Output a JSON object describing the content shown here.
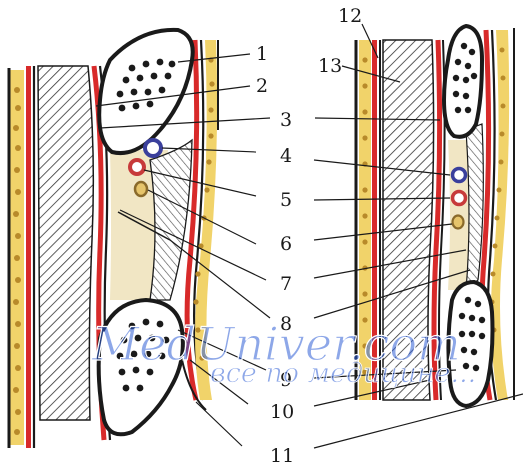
{
  "labels": [
    "1",
    "2",
    "3",
    "4",
    "5",
    "6",
    "7",
    "8",
    "9",
    "10",
    "11",
    "12",
    "13"
  ],
  "watermark": {
    "logo": "MedUniver.com",
    "tagline": "все по медицине..."
  },
  "colors": {
    "outline": "#1a1a1a",
    "yellow_fat": "#f1d36a",
    "red_layer": "#d82a2a",
    "brown_layer": "#7a5a3a",
    "bone_white": "#ffffff",
    "cream": "#f1e6c4",
    "nerve": "#3a3f9c",
    "artery": "#c73a3a",
    "vein": "#c9a244"
  }
}
